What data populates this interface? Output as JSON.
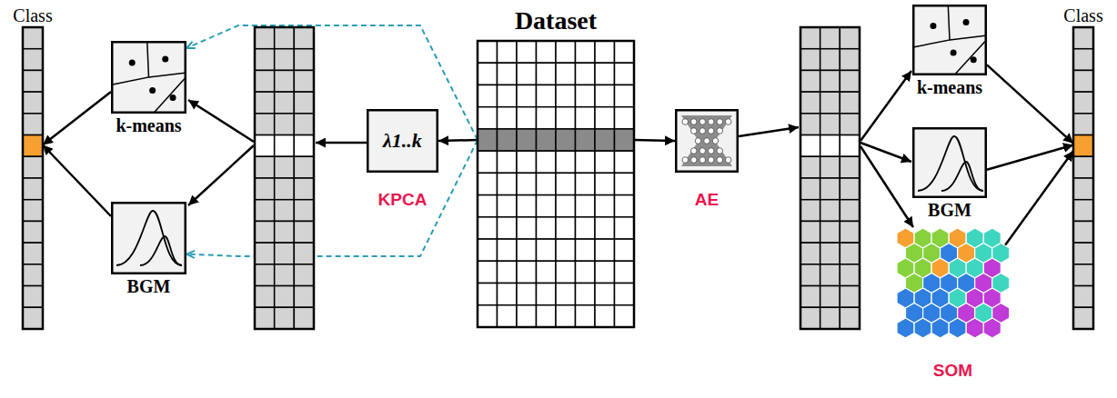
{
  "diagram": {
    "nodes": [
      {
        "text": [
          "Class"
        ]
      },
      {
        "text": [
          "k-means"
        ]
      },
      {
        "text": [
          "BGM"
        ]
      },
      {
        "text": [
          "λ1..k",
          "KPCA"
        ]
      },
      {
        "text": [
          "Dataset"
        ]
      },
      {
        "text": [
          "AE"
        ]
      },
      {
        "text": [
          "k-means"
        ]
      },
      {
        "text": [
          "BGM"
        ]
      },
      {
        "text": [
          "SOM"
        ]
      },
      {
        "text": [
          "Class"
        ]
      }
    ],
    "edges": [
      {
        "from": 4,
        "to": 3,
        "arrow": "to"
      },
      {
        "from": 4,
        "to": 1,
        "arrow": "to"
      },
      {
        "from": 4,
        "to": 2,
        "arrow": "to"
      },
      {
        "from": 1,
        "to": 0,
        "arrow": "to"
      },
      {
        "from": 2,
        "to": 0,
        "arrow": "to"
      },
      {
        "from": 4,
        "to": 5,
        "arrow": "to"
      },
      {
        "from": 6,
        "to": 9,
        "arrow": "to"
      },
      {
        "from": 7,
        "to": 9,
        "arrow": "to"
      },
      {
        "from": 8,
        "to": 9,
        "arrow": "to"
      }
    ]
  }
}
